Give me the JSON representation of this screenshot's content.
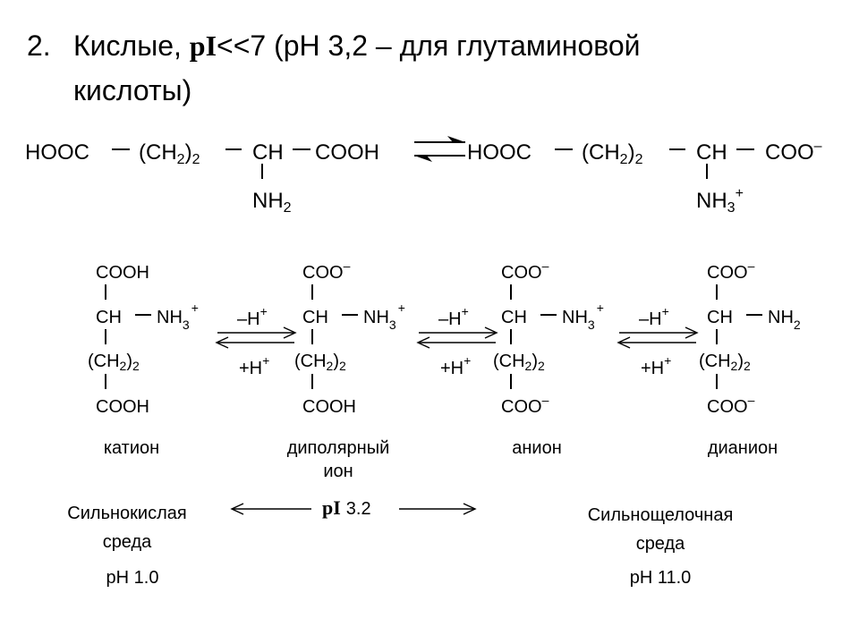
{
  "heading": {
    "number": "2.",
    "word1": "Кислые,",
    "pi": "pI",
    "cond": "<<7",
    "rest": "(pH 3,2 – для глутаминовой",
    "line2": "кислоты)"
  },
  "top": {
    "left": [
      "HOOC",
      "(CH",
      "2",
      ")",
      "2",
      "CH",
      "COOH",
      "NH",
      "2"
    ],
    "right": [
      "HOOC",
      "(CH",
      "2",
      ")",
      "2",
      "CH",
      "COO",
      "–",
      "NH",
      "3",
      "+"
    ]
  },
  "structures": [
    {
      "top": "COOH",
      "top_sup": "",
      "ch_group": "NH",
      "ch_sub": "3",
      "ch_sup": "+",
      "bottom": "COOH",
      "bottom_sup": "",
      "label": "катион"
    },
    {
      "top": "COO",
      "top_sup": "–",
      "ch_group": "NH",
      "ch_sub": "3",
      "ch_sup": "+",
      "bottom": "COOH",
      "bottom_sup": "",
      "label": "диполярный",
      "label2": "ион"
    },
    {
      "top": "COO",
      "top_sup": "–",
      "ch_group": "NH",
      "ch_sub": "3",
      "ch_sup": "+",
      "bottom": "COO",
      "bottom_sup": "–",
      "label": "анион"
    },
    {
      "top": "COO",
      "top_sup": "–",
      "ch_group": "NH",
      "ch_sub": "2",
      "ch_sup": "",
      "bottom": "COO",
      "bottom_sup": "–",
      "label": "дианион"
    }
  ],
  "common": {
    "ch": "CH",
    "ch2": "(CH",
    "two": "2",
    "close": ")"
  },
  "transitions": {
    "minus_h": "–H",
    "plus_h": "+H",
    "sup": "+"
  },
  "bottom": {
    "left_line1": "Сильнокислая",
    "left_line2": "среда",
    "left_ph": "pH 1.0",
    "pi": "pI",
    "pi_value": "3.2",
    "right_line1": "Сильнощелочная",
    "right_line2": "среда",
    "right_ph": "pH 11.0"
  }
}
